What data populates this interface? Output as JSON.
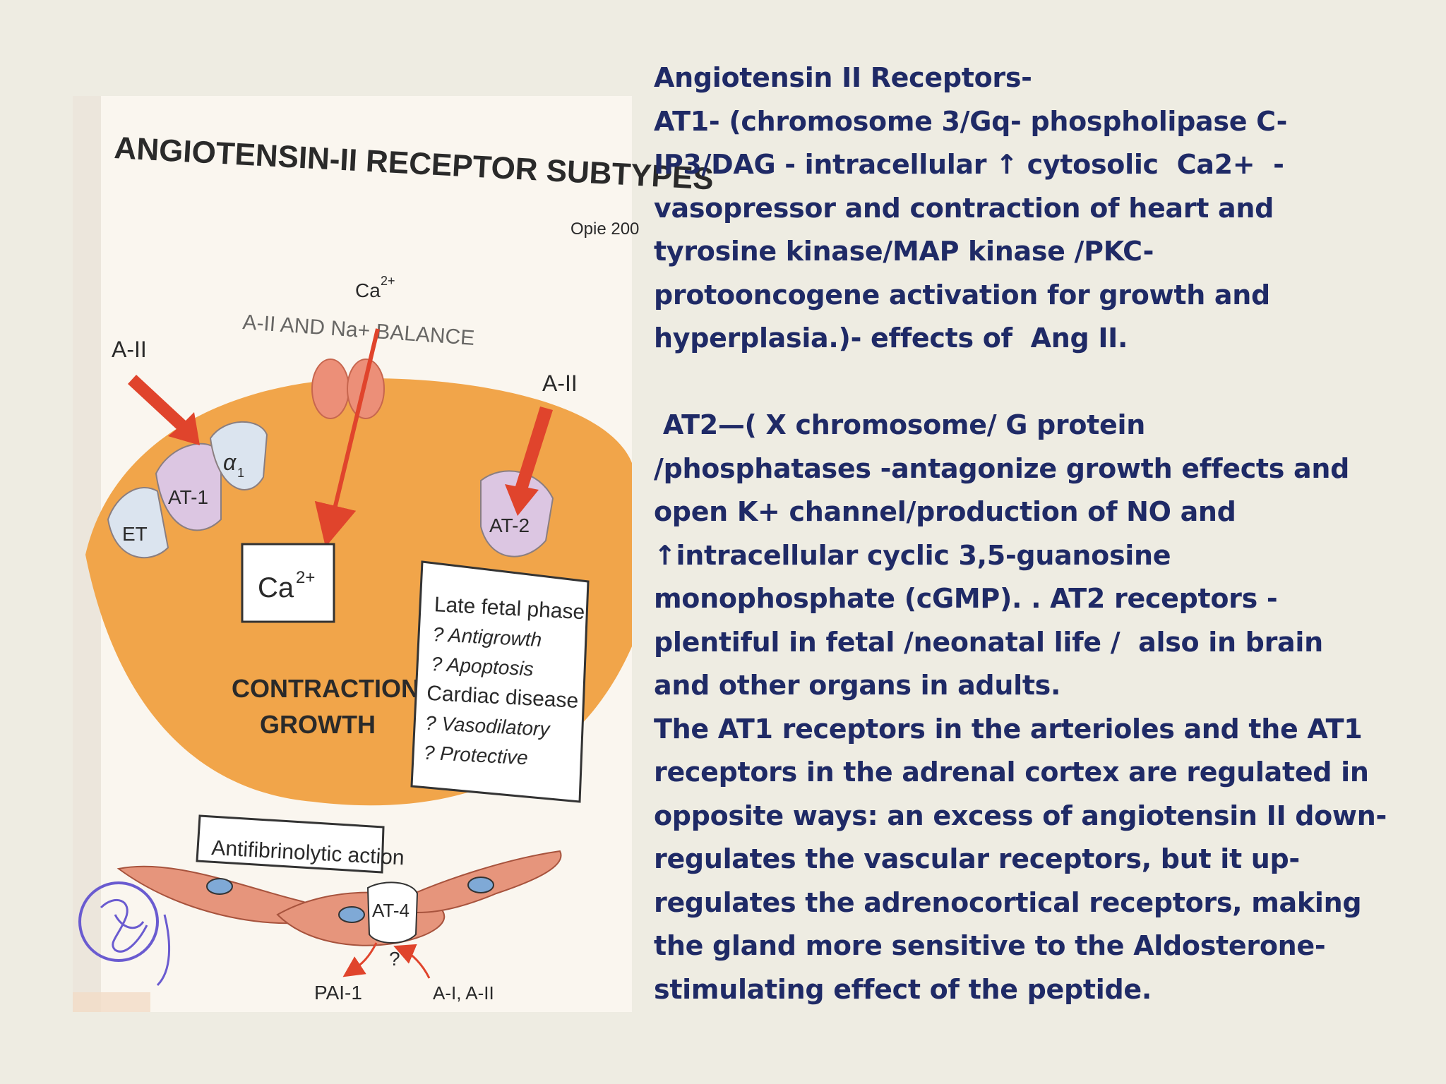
{
  "figure": {
    "title": "ANGIOTENSIN-II RECEPTOR SUBTYPES",
    "credit": "Opie 200",
    "labels": {
      "a2_left": "A-II",
      "a2_right": "A-II",
      "ca_top": "Ca",
      "ca_top_sup": "2+",
      "et": "ET",
      "at1": "AT-1",
      "alpha": "α",
      "alpha_sub": "1",
      "at2": "AT-2",
      "ca_box": "Ca",
      "ca_box_sup": "2+",
      "contraction": "CONTRACTION",
      "growth": "GROWTH",
      "late_fetal": "Late fetal phase",
      "antigrowth": "? Antigrowth",
      "apoptosis": "? Apoptosis",
      "cardiac": "Cardiac disease",
      "vasodilatory": "? Vasodilatory",
      "protective": "? Protective",
      "antifibrinolytic": "Antifibrinolytic action",
      "at4": "AT-4",
      "question": "?",
      "pai1": "PAI-1",
      "ai_aii": "A-I, A-II",
      "bg_balance": "A-II AND Na+ BALANCE"
    },
    "colors": {
      "cell": "#f1a54a",
      "receptor_purple": "#dcc6e2",
      "receptor_blue": "#dbe4ef",
      "arrow": "#e0442c",
      "channel": "#ec8f78",
      "endothelium": "#e6957c",
      "nucleus": "#7fa9d6",
      "stamp": "#6a5bd0"
    }
  },
  "text": {
    "lines_1": [
      "Angiotensin II Receptors-",
      "AT1- (chromosome 3/Gq- phospholipase C-",
      "IP3/DAG - intracellular ↑ cytosolic  Ca2+  -",
      "vasopressor and contraction of heart and",
      "tyrosine kinase/MAP kinase /PKC-",
      "protooncogene activation for growth and",
      "hyperplasia.)- effects of  Ang II."
    ],
    "lines_2": [
      " AT2—( X chromosome/ G protein",
      "/phosphatases -antagonize growth effects and",
      "open K+ channel/production of NO and",
      "↑intracellular cyclic 3,5-guanosine",
      "monophosphate (cGMP). . AT2 receptors -",
      "plentiful in fetal /neonatal life /  also in brain",
      "and other organs in adults.",
      "The AT1 receptors in the arterioles and the AT1",
      "receptors in the adrenal cortex are regulated in",
      "opposite ways: an excess of angiotensin II down-",
      "regulates the vascular receptors, but it up-",
      "regulates the adrenocortical receptors, making",
      "the gland more sensitive to the Aldosterone-",
      "stimulating effect of the peptide."
    ]
  }
}
